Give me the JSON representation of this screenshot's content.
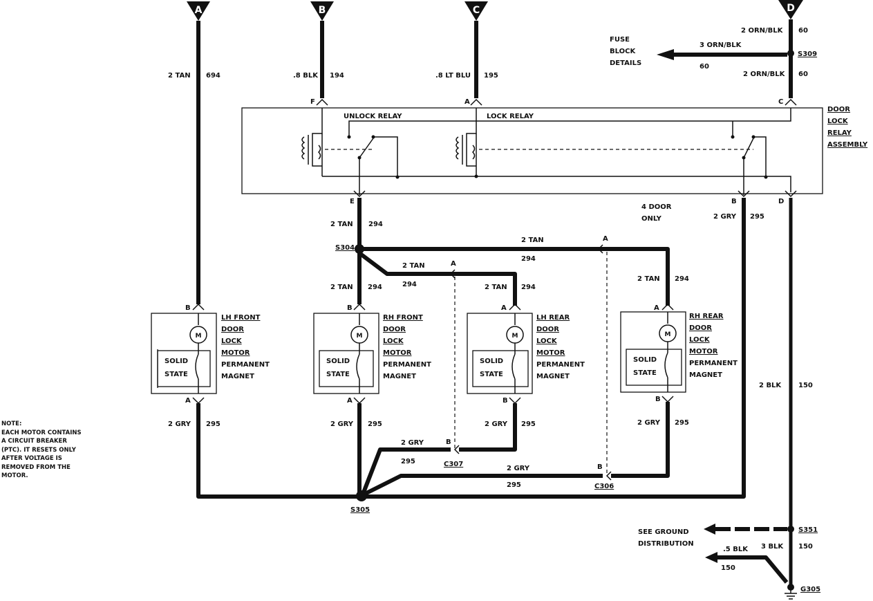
{
  "connectors_top": [
    {
      "letter": "A"
    },
    {
      "letter": "B"
    },
    {
      "letter": "C"
    },
    {
      "letter": "D"
    }
  ],
  "wire_labels": {
    "a_gauge": "2 TAN",
    "a_circuit": "694",
    "b_gauge": ".8 BLK",
    "b_circuit": "194",
    "c_gauge": ".8 LT BLU",
    "c_circuit": "195",
    "d_top_gauge": "2 ORN/BLK",
    "d_top_circuit": "60",
    "d_mid_gauge": "2 ORN/BLK",
    "d_mid_circuit": "60",
    "fuse_gauge": "3 ORN/BLK",
    "fuse_circuit": "60",
    "e_gauge": "2 TAN",
    "e_circuit": "294",
    "s304_right_gauge": "2 TAN",
    "s304_right_circuit": "294",
    "s304_mid_gauge": "2 TAN",
    "s304_mid_circuit": "294",
    "rhf_in_gauge": "2 TAN",
    "rhf_in_circuit": "294",
    "lhr_in_gauge": "2 TAN",
    "lhr_in_circuit": "294",
    "rhr_in_gauge": "2 TAN",
    "rhr_in_circuit": "294",
    "b_relay_gauge": "2 GRY",
    "b_relay_circuit": "295",
    "d_relay_gauge": "2 BLK",
    "d_relay_circuit": "150",
    "lhf_out_gauge": "2 GRY",
    "lhf_out_circuit": "295",
    "rhf_out_gauge": "2 GRY",
    "rhf_out_circuit": "295",
    "lhr_out_gauge": "2 GRY",
    "lhr_out_circuit": "295",
    "rhr_out_gauge": "2 GRY",
    "rhr_out_circuit": "295",
    "c307_gauge": "2 GRY",
    "c307_circuit": "295",
    "c306_gauge": "2 GRY",
    "c306_circuit": "295",
    "ground_5_gauge": ".5 BLK",
    "ground_5_circuit": "150",
    "ground_3_gauge": "3 BLK",
    "ground_3_circuit": "150"
  },
  "fuse_block": [
    "FUSE",
    "BLOCK",
    "DETAILS"
  ],
  "splices": {
    "s309": "S309",
    "s304": "S304",
    "s305": "S305",
    "s351": "S351"
  },
  "ground": "G305",
  "connectors_inline": {
    "c307": "C307",
    "c306": "C306"
  },
  "relay_assembly": {
    "title_lines": [
      "DOOR",
      "LOCK",
      "RELAY",
      "ASSEMBLY"
    ],
    "unlock_relay": "UNLOCK RELAY",
    "lock_relay": "LOCK RELAY",
    "pins": {
      "f": "F",
      "a": "A",
      "c": "C",
      "e": "E",
      "b": "B",
      "d": "D"
    }
  },
  "four_door_only": [
    "4 DOOR",
    "ONLY"
  ],
  "motors": [
    {
      "id": "lh_front",
      "name_lines": [
        "LH FRONT",
        "DOOR",
        "LOCK",
        "MOTOR"
      ],
      "type_lines": [
        "PERMANENT",
        "MAGNET"
      ],
      "top_pin": "B",
      "bottom_pin": "A"
    },
    {
      "id": "rh_front",
      "name_lines": [
        "RH FRONT",
        "DOOR",
        "LOCK",
        "MOTOR"
      ],
      "type_lines": [
        "PERMANENT",
        "MAGNET"
      ],
      "top_pin": "B",
      "bottom_pin": "A"
    },
    {
      "id": "lh_rear",
      "name_lines": [
        "LH REAR",
        "DOOR",
        "LOCK",
        "MOTOR"
      ],
      "type_lines": [
        "PERMANENT",
        "MAGNET"
      ],
      "top_pin": "A",
      "bottom_pin": "B"
    },
    {
      "id": "rh_rear",
      "name_lines": [
        "RH REAR",
        "DOOR",
        "LOCK",
        "MOTOR"
      ],
      "type_lines": [
        "PERMANENT",
        "MAGNET"
      ],
      "top_pin": "A",
      "bottom_pin": "B"
    }
  ],
  "motor_symbol": "M",
  "solid_state": [
    "SOLID",
    "STATE"
  ],
  "rear_connector_pins": {
    "c307": "B",
    "c306": "B",
    "c307_top": "A",
    "c306_top": "A"
  },
  "see_ground": [
    "SEE GROUND",
    "DISTRIBUTION"
  ],
  "note": "NOTE:\nEACH MOTOR CONTAINS\nA CIRCUIT BREAKER\n(PTC). IT RESETS ONLY\nAFTER VOLTAGE IS\nREMOVED FROM THE\nMOTOR."
}
